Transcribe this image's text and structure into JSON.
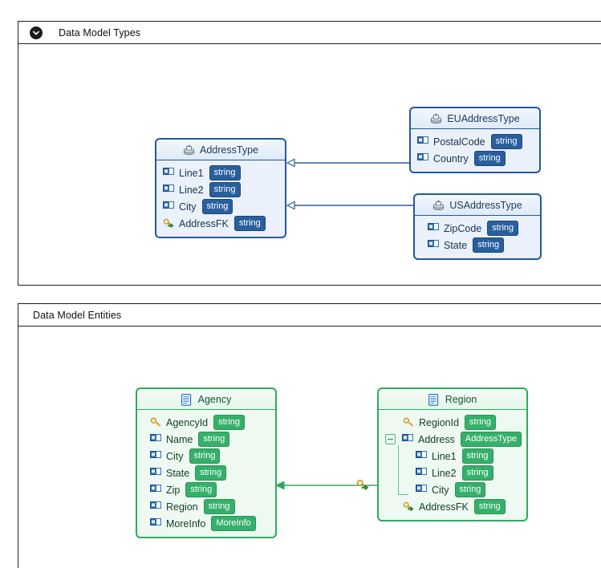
{
  "panels": [
    {
      "id": "types",
      "title": "Data Model Types",
      "collapse_icon": "chevron-down-circle-icon",
      "accent": "#23599b"
    },
    {
      "id": "entities",
      "title": "Data Model Entities",
      "accent": "#2eab5e"
    }
  ],
  "types_diagram": {
    "boxes": [
      {
        "name": "AddressType",
        "icon": "complex-type-icon",
        "fields": [
          {
            "name": "Line1",
            "type": "string",
            "icon": "property-icon"
          },
          {
            "name": "Line2",
            "type": "string",
            "icon": "property-icon"
          },
          {
            "name": "City",
            "type": "string",
            "icon": "property-icon"
          },
          {
            "name": "AddressFK",
            "type": "string",
            "icon": "foreign-key-icon"
          }
        ]
      },
      {
        "name": "EUAddressType",
        "icon": "complex-type-icon",
        "fields": [
          {
            "name": "PostalCode",
            "type": "string",
            "icon": "property-icon"
          },
          {
            "name": "Country",
            "type": "string",
            "icon": "property-icon"
          }
        ]
      },
      {
        "name": "USAddressType",
        "icon": "complex-type-icon",
        "fields": [
          {
            "name": "ZipCode",
            "type": "string",
            "icon": "property-icon"
          },
          {
            "name": "State",
            "type": "string",
            "icon": "property-icon"
          }
        ]
      }
    ],
    "connectors": [
      {
        "from": "EUAddressType",
        "to": "AddressType",
        "kind": "inheritance",
        "arrow": "hollow-triangle-left"
      },
      {
        "from": "USAddressType",
        "to": "AddressType",
        "kind": "inheritance",
        "arrow": "hollow-triangle-left"
      }
    ]
  },
  "entities_diagram": {
    "boxes": [
      {
        "name": "Agency",
        "icon": "entity-icon",
        "fields": [
          {
            "name": "AgencyId",
            "type": "string",
            "icon": "primary-key-icon"
          },
          {
            "name": "Name",
            "type": "string",
            "icon": "property-icon"
          },
          {
            "name": "City",
            "type": "string",
            "icon": "property-icon"
          },
          {
            "name": "State",
            "type": "string",
            "icon": "property-icon"
          },
          {
            "name": "Zip",
            "type": "string",
            "icon": "property-icon"
          },
          {
            "name": "Region",
            "type": "string",
            "icon": "property-icon"
          },
          {
            "name": "MoreInfo",
            "type": "MoreInfo",
            "icon": "property-icon"
          }
        ]
      },
      {
        "name": "Region",
        "icon": "entity-icon",
        "fields": [
          {
            "name": "RegionId",
            "type": "string",
            "icon": "primary-key-icon"
          },
          {
            "name": "Address",
            "type": "AddressType",
            "icon": "property-icon",
            "expander": "minus-box-icon"
          },
          {
            "name": "Line1",
            "type": "string",
            "icon": "property-icon",
            "nested": true
          },
          {
            "name": "Line2",
            "type": "string",
            "icon": "property-icon",
            "nested": true
          },
          {
            "name": "City",
            "type": "string",
            "icon": "property-icon",
            "nested": true
          },
          {
            "name": "AddressFK",
            "type": "string",
            "icon": "foreign-key-icon"
          }
        ]
      }
    ],
    "connectors": [
      {
        "from": "Region",
        "to": "Agency",
        "kind": "association",
        "arrow": "solid-arrow-left",
        "marker": "foreign-key-icon"
      }
    ]
  }
}
